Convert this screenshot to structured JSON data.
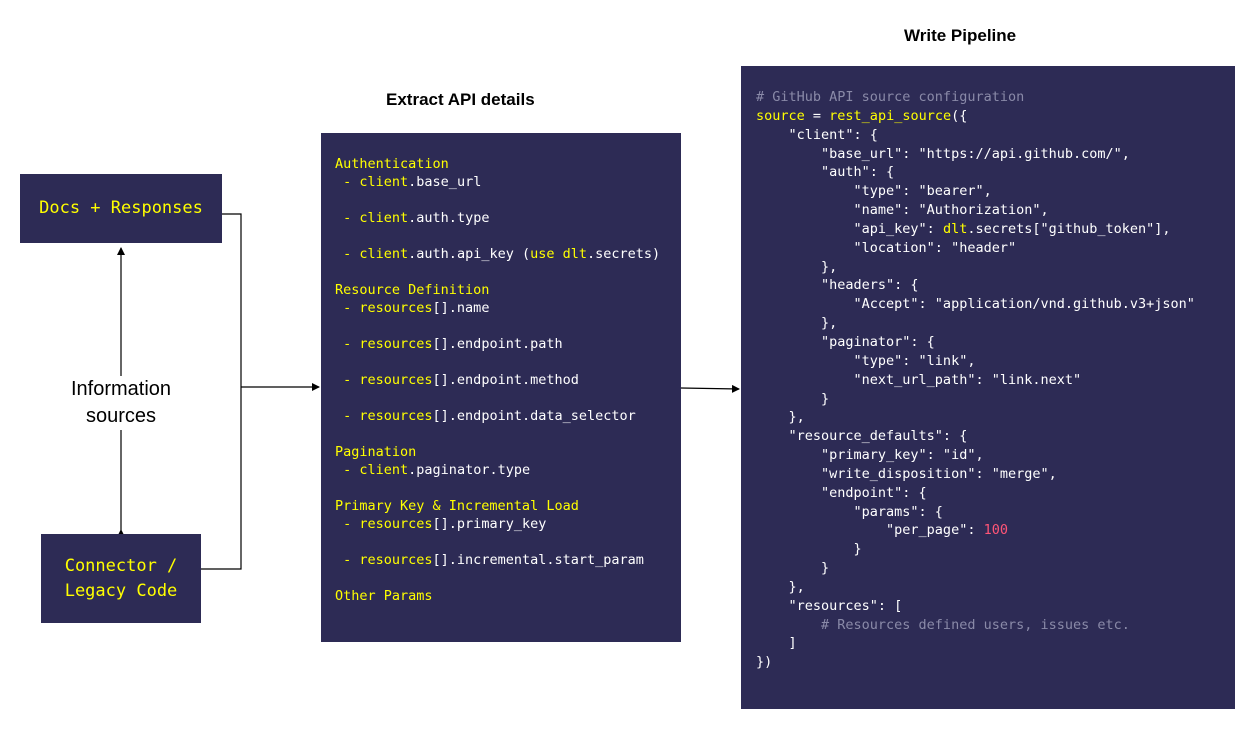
{
  "sources": {
    "docs_label": "Docs + Responses",
    "legacy_label": "Connector /\nLegacy Code",
    "info_label": "Information\nsources"
  },
  "extract": {
    "title": "Extract API details",
    "lines": [
      {
        "kind": "section",
        "text": "Authentication"
      },
      {
        "kind": "item",
        "obj": "client",
        "rest": ".base_url"
      },
      {
        "kind": "item",
        "obj": "client",
        "rest": ".auth.type"
      },
      {
        "kind": "item",
        "obj": "client",
        "rest": ".auth.api_key (",
        "kw1": "use",
        "mid": " ",
        "kw2": "dlt",
        "tail": ".secrets)"
      },
      {
        "kind": "section",
        "text": "Resource Definition"
      },
      {
        "kind": "item",
        "obj": "resources",
        "rest": "[].name"
      },
      {
        "kind": "item",
        "obj": "resources",
        "rest": "[].endpoint.path"
      },
      {
        "kind": "item",
        "obj": "resources",
        "rest": "[].endpoint.method"
      },
      {
        "kind": "item",
        "obj": "resources",
        "rest": "[].endpoint.data_selector"
      },
      {
        "kind": "section",
        "text": "Pagination"
      },
      {
        "kind": "item",
        "obj": "client",
        "rest": ".paginator.type"
      },
      {
        "kind": "section",
        "text": "Primary Key & Incremental Load"
      },
      {
        "kind": "item",
        "obj": "resources",
        "rest": "[].primary_key"
      },
      {
        "kind": "item",
        "obj": "resources",
        "rest": "[].incremental.start_param"
      },
      {
        "kind": "section",
        "text": "Other Params"
      }
    ]
  },
  "pipeline": {
    "title": "Write Pipeline",
    "code_comment": "# GitHub API source configuration",
    "code_lines": [
      [
        {
          "c": "hl",
          "t": "source"
        },
        {
          "c": "",
          "t": " = "
        },
        {
          "c": "hl",
          "t": "rest_api_source"
        },
        {
          "c": "",
          "t": "({"
        }
      ],
      [
        {
          "c": "",
          "t": "    \"client\": {"
        }
      ],
      [
        {
          "c": "",
          "t": "        \"base_url\": \"https://api.github.com/\","
        }
      ],
      [
        {
          "c": "",
          "t": "        \"auth\": {"
        }
      ],
      [
        {
          "c": "",
          "t": "            \"type\": \"bearer\","
        }
      ],
      [
        {
          "c": "",
          "t": "            \"name\": \"Authorization\","
        }
      ],
      [
        {
          "c": "",
          "t": "            \"api_key\": "
        },
        {
          "c": "hl",
          "t": "dlt"
        },
        {
          "c": "",
          "t": ".secrets[\"github_token\"],"
        }
      ],
      [
        {
          "c": "",
          "t": "            \"location\": \"header\""
        }
      ],
      [
        {
          "c": "",
          "t": "        },"
        }
      ],
      [
        {
          "c": "",
          "t": "        \"headers\": {"
        }
      ],
      [
        {
          "c": "",
          "t": "            \"Accept\": \"application/vnd.github.v3+json\""
        }
      ],
      [
        {
          "c": "",
          "t": "        },"
        }
      ],
      [
        {
          "c": "",
          "t": "        \"paginator\": {"
        }
      ],
      [
        {
          "c": "",
          "t": "            \"type\": \"link\","
        }
      ],
      [
        {
          "c": "",
          "t": "            \"next_url_path\": \"link.next\""
        }
      ],
      [
        {
          "c": "",
          "t": "        }"
        }
      ],
      [
        {
          "c": "",
          "t": "    },"
        }
      ],
      [
        {
          "c": "",
          "t": "    \"resource_defaults\": {"
        }
      ],
      [
        {
          "c": "",
          "t": "        \"primary_key\": \"id\","
        }
      ],
      [
        {
          "c": "",
          "t": "        \"write_disposition\": \"merge\","
        }
      ],
      [
        {
          "c": "",
          "t": "        \"endpoint\": {"
        }
      ],
      [
        {
          "c": "",
          "t": "            \"params\": {"
        }
      ],
      [
        {
          "c": "",
          "t": "                \"per_page\": "
        },
        {
          "c": "num",
          "t": "100"
        }
      ],
      [
        {
          "c": "",
          "t": "            }"
        }
      ],
      [
        {
          "c": "",
          "t": "        }"
        }
      ],
      [
        {
          "c": "",
          "t": "    },"
        }
      ],
      [
        {
          "c": "",
          "t": "    \"resources\": ["
        }
      ],
      [
        {
          "c": "cm",
          "t": "        # Resources defined users, issues etc."
        }
      ],
      [
        {
          "c": "",
          "t": "    ]"
        }
      ],
      [
        {
          "c": "",
          "t": "})"
        }
      ]
    ]
  },
  "colors": {
    "box_bg": "#2d2b55",
    "highlight": "#ffff00",
    "comment": "#8a8aa8",
    "number": "#ff5577",
    "text": "#ffffff"
  }
}
